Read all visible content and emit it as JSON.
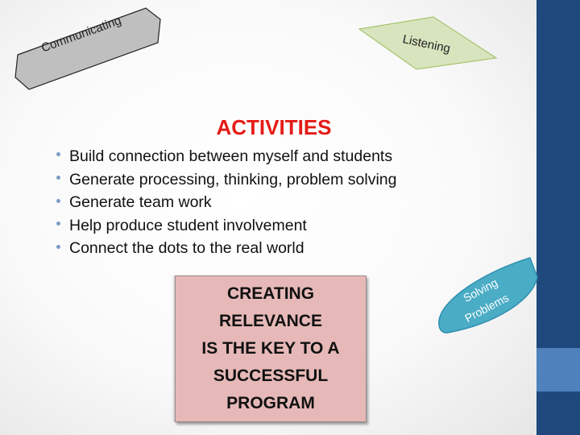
{
  "slide": {
    "title": "ACTIVITIES",
    "title_color": "#e41b17",
    "bullets": [
      "Build connection between myself and students",
      "Generate processing, thinking, problem solving",
      "Generate team work",
      "Help produce student involvement",
      "Connect the dots to the real world"
    ],
    "key_message": {
      "lines": [
        "CREATING",
        "RELEVANCE",
        "IS THE KEY TO A",
        "SUCCESSFUL",
        "PROGRAM"
      ],
      "background": "#e6b9b8"
    },
    "shapes": {
      "communicating": {
        "label": "Communicating",
        "color": "#bfbfbf"
      },
      "listening": {
        "label": "Listening",
        "color": "#d7e4bd"
      },
      "solving_problems": {
        "label_line1": "Solving",
        "label_line2": "Problems",
        "color": "#4bacc6"
      }
    },
    "theme": {
      "side_bar": "#1f497d",
      "side_band": "#4f81bd"
    }
  }
}
